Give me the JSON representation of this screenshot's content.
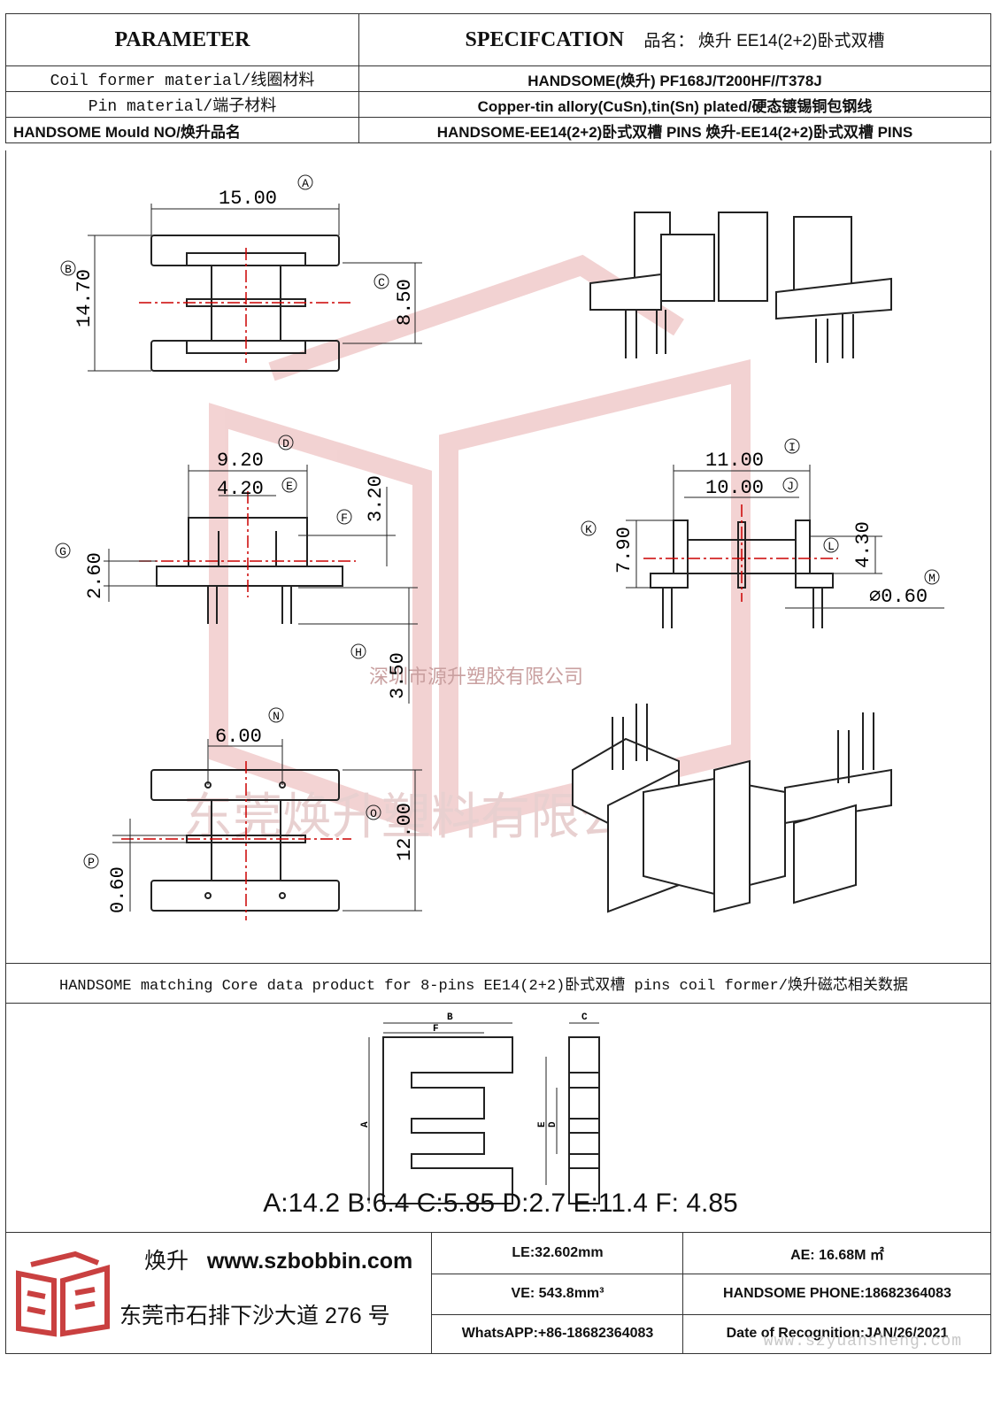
{
  "header": {
    "parameter": "PARAMETER",
    "specification": "SPECIFCATION",
    "product_name_label": "品名：",
    "product_name": "焕升 EE14(2+2)卧式双槽",
    "rows": [
      {
        "label": "Coil former material/线圈材料",
        "value": "HANDSOME(焕升)   PF168J/T200HF//T378J"
      },
      {
        "label": "Pin material/端子材料",
        "value": "Copper-tin allory(CuSn),tin(Sn) plated/硬态镀锡铜包钢线"
      },
      {
        "label": "HANDSOME Mould NO/焕升品名",
        "value": "HANDSOME-EE14(2+2)卧式双槽  PINS   焕升-EE14(2+2)卧式双槽  PINS"
      }
    ]
  },
  "dimensions": {
    "A": "15.00",
    "B": "14.70",
    "C": "8.50",
    "D": "9.20",
    "E": "4.20",
    "F": "3.20",
    "G": "2.60",
    "H": "3.50",
    "I": "11.00",
    "J": "10.00",
    "K": "7.90",
    "L": "4.30",
    "M": "⌀0.60",
    "N": "6.00",
    "O": "12.00",
    "P": "0.60"
  },
  "markers": [
    "A",
    "B",
    "C",
    "D",
    "E",
    "F",
    "G",
    "H",
    "I",
    "J",
    "K",
    "L",
    "M",
    "N",
    "O",
    "P"
  ],
  "watermarks": {
    "company_small": "深圳市源升塑胶有限公司",
    "company_large": "东莞焕升塑料有限公司",
    "website": "www.szyuansheng.com"
  },
  "core": {
    "caption": "HANDSOME matching Core data  product for 8-pins EE14(2+2)卧式双槽 pins coil former/焕升磁芯相关数据",
    "labels": [
      "A",
      "B",
      "C",
      "D",
      "E",
      "F"
    ],
    "values_text": "A:14.2 B:6.4 C:5.85 D:2.7 E:11.4 F: 4.85"
  },
  "footer": {
    "brand": "焕升",
    "website": "www.szbobbin.com",
    "address": "东莞市石排下沙大道 276 号",
    "le": "LE:32.602mm",
    "ae": "AE: 16.68M ㎡",
    "ve": "VE: 543.8mm³",
    "phone": "HANDSOME PHONE:18682364083",
    "whatsapp": "WhatsAPP:+86-18682364083",
    "date": "Date of Recognition:JAN/26/2021"
  },
  "colors": {
    "watermark": "#e6a6a6",
    "centerline": "#cc0000",
    "logo": "#c94040"
  }
}
